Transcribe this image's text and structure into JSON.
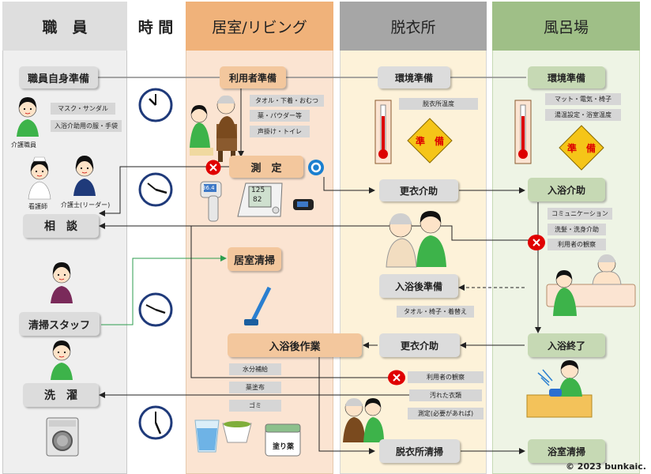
{
  "columns": {
    "staff": "職　員",
    "time": "時 間",
    "room": "居室/リビング",
    "dressing": "脱衣所",
    "bath": "風呂場"
  },
  "staff_col": {
    "prep": "職員自身準備",
    "prep_items": [
      "マスク・サンダル",
      "入浴介助用の服・手袋"
    ],
    "care_worker": "介護職員",
    "nurse": "看護師",
    "leader": "介護士(リーダー)",
    "consult": "相　談",
    "cleaning_staff": "清掃スタッフ",
    "laundry": "洗　濯"
  },
  "room_col": {
    "user_prep": "利用者準備",
    "user_prep_items": [
      "タオル・下着・おむつ",
      "薬・パウダー等",
      "声掛け・トイレ"
    ],
    "measure": "測　定",
    "thermometer_reading": "36.4",
    "bp_reading_top": "125",
    "bp_reading_bottom": "82",
    "room_cleaning": "居室清掃",
    "after_bath_work": "入浴後作業",
    "after_items": [
      "水分補給",
      "薬塗布",
      "ゴミ"
    ],
    "ointment_label": "塗り薬"
  },
  "dressing_col": {
    "env_prep": "環境準備",
    "env_items": [
      "脱衣所温度"
    ],
    "ready_sign": "準　備",
    "change_assist_1": "更衣介助",
    "after_bath_prep": "入浴後準備",
    "after_bath_items": [
      "タオル・椅子・着替え"
    ],
    "change_assist_2": "更衣介助",
    "observe": "利用者の観察",
    "dirty_clothes": "汚れた衣類",
    "measure_if_needed": "測定(必要があれば)",
    "dressing_cleaning": "脱衣所清掃"
  },
  "bath_col": {
    "env_prep": "環境準備",
    "env_items": [
      "マット・電気・椅子",
      "湯温設定・浴室温度"
    ],
    "ready_sign": "準　備",
    "bath_assist": "入浴介助",
    "assist_items": [
      "コミュニケーション",
      "洗髪・洗身介助",
      "利用者の観察"
    ],
    "bath_end": "入浴終了",
    "bathroom_cleaning": "浴室清掃"
  },
  "copyright": "© 2023 bunkaic.",
  "colors": {
    "staff_bg": "#efefef",
    "time_bg": "#ffffff",
    "room_bg": "#fbe4d2",
    "dressing_bg": "#fdf2d9",
    "bath_bg": "#eef4e5",
    "room_head": "#f0b27a",
    "gray_head": "#a6a6a6",
    "bath_head": "#9fbf87",
    "red": "#e00000",
    "blue": "#1a7fd0"
  }
}
